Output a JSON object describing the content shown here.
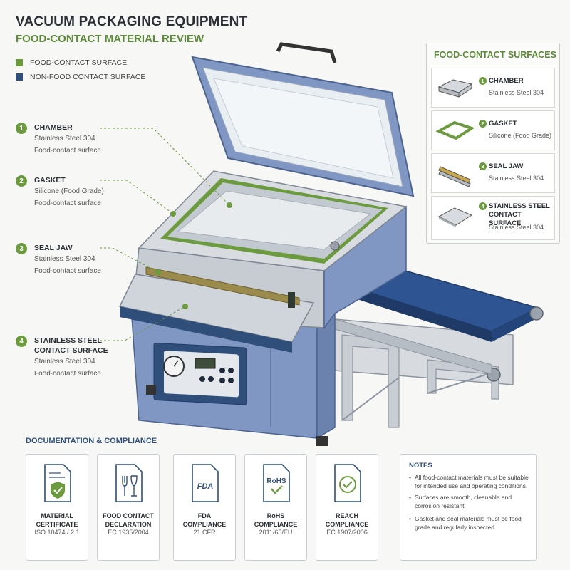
{
  "header": {
    "title": "VACUUM PACKAGING EQUIPMENT",
    "subtitle": "FOOD-CONTACT MATERIAL REVIEW"
  },
  "legend": [
    {
      "label": "FOOD-CONTACT SURFACE",
      "color": "#6c9a3f"
    },
    {
      "label": "NON-FOOD CONTACT SURFACE",
      "color": "#2f4f7a"
    }
  ],
  "callouts": [
    {
      "num": "1",
      "name": "CHAMBER",
      "material": "Stainless Steel 304",
      "note": "Food-contact surface"
    },
    {
      "num": "2",
      "name": "GASKET",
      "material": "Silicone (Food Grade)",
      "note": "Food-contact surface"
    },
    {
      "num": "3",
      "name": "SEAL JAW",
      "material": "Stainless Steel 304",
      "note": "Food-contact surface"
    },
    {
      "num": "4",
      "name": "STAINLESS STEEL",
      "name2": "CONTACT SURFACE",
      "material": "Stainless Steel 304",
      "note": "Food-contact surface"
    }
  ],
  "panel": {
    "title": "FOOD-CONTACT SURFACES",
    "items": [
      {
        "num": "1",
        "name": "CHAMBER",
        "material": "Stainless Steel 304"
      },
      {
        "num": "2",
        "name": "GASKET",
        "material": "Silicone (Food Grade)"
      },
      {
        "num": "3",
        "name": "SEAL JAW",
        "material": "Stainless Steel 304"
      },
      {
        "num": "4",
        "name": "STAINLESS STEEL",
        "name2": "CONTACT SURFACE",
        "material": "Stainless Steel 304"
      }
    ]
  },
  "documentation": {
    "title": "DOCUMENTATION & COMPLIANCE",
    "cards": [
      {
        "line1": "MATERIAL",
        "line2": "CERTIFICATE",
        "std": "ISO 10474 / 2.1",
        "icon": "certificate-shield-icon"
      },
      {
        "line1": "FOOD CONTACT",
        "line2": "DECLARATION",
        "std": "EC 1935/2004",
        "icon": "fork-glass-icon"
      },
      {
        "line1": "FDA",
        "line2": "COMPLIANCE",
        "std": "21 CFR",
        "icon": "fda-document-icon",
        "badge": "FDA"
      },
      {
        "line1": "RoHS",
        "line2": "COMPLIANCE",
        "std": "2011/65/EU",
        "icon": "rohs-check-icon",
        "badge": "RoHS"
      },
      {
        "line1": "REACH",
        "line2": "COMPLIANCE",
        "std": "EC 1907/2006",
        "icon": "check-circle-document-icon"
      }
    ]
  },
  "notes": {
    "title": "NOTES",
    "items": [
      "All food-contact materials must be suitable for intended use and operating conditions.",
      "Surfaces are smooth, cleanable and corrosion resistant.",
      "Gasket and seal materials must be food grade and regularly inspected."
    ]
  },
  "colors": {
    "food_contact": "#6c9a3f",
    "non_food_contact": "#2f4f7a",
    "machine_body": "#7f97c2",
    "conveyor_belt": "#2e5591",
    "steel": "#c9ced4"
  }
}
